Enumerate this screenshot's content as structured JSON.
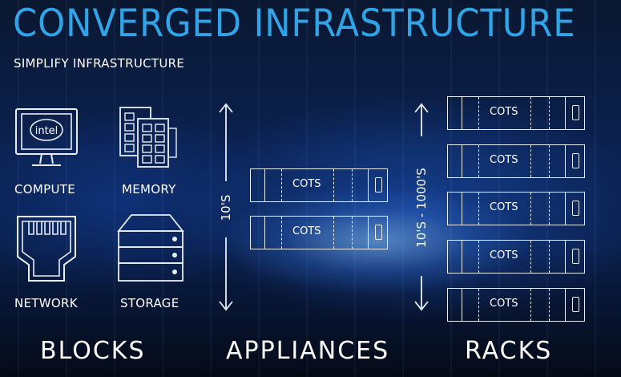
{
  "header": {
    "title": "CONVERGED INFRASTRUCTURE",
    "subtitle": "SIMPLIFY INFRASTRUCTURE"
  },
  "blocks": {
    "section_label": "BLOCKS",
    "items": [
      {
        "label": "COMPUTE",
        "icon": "monitor-icon",
        "badge": "intel"
      },
      {
        "label": "MEMORY",
        "icon": "memory-modules-icon"
      },
      {
        "label": "NETWORK",
        "icon": "network-port-icon"
      },
      {
        "label": "STORAGE",
        "icon": "storage-stack-icon"
      }
    ]
  },
  "appliances": {
    "section_label": "APPLIANCES",
    "scale_label": "10'S",
    "servers": [
      "COTS",
      "COTS"
    ]
  },
  "racks": {
    "section_label": "RACKS",
    "scale_label": "10'S - 1000'S",
    "servers": [
      "COTS",
      "COTS",
      "COTS",
      "COTS",
      "COTS"
    ]
  },
  "colors": {
    "title": "#2fa4e7",
    "line": "#e8eef8",
    "background": "#0b2150"
  }
}
